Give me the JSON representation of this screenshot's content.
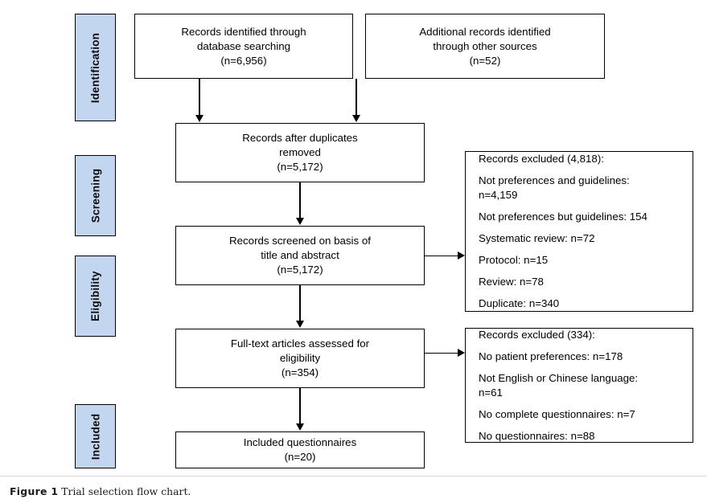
{
  "figure": {
    "caption_label": "Figure 1",
    "caption_text": "Trial selection flow chart."
  },
  "colors": {
    "stage_fill": "#c3d6ef",
    "border": "#000000",
    "box_fill": "#ffffff",
    "text": "#000000"
  },
  "stages": [
    {
      "label": "Identification"
    },
    {
      "label": "Screening"
    },
    {
      "label": "Eligibility"
    },
    {
      "label": "Included"
    }
  ],
  "boxes": {
    "database_searching": {
      "line1": "Records identified through",
      "line2": "database searching",
      "line3": "(n=6,956)"
    },
    "other_sources": {
      "line1": "Additional records identified",
      "line2": "through other sources",
      "line3": "(n=52)"
    },
    "duplicates_removed": {
      "line1": "Records after duplicates",
      "line2": "removed",
      "line3": "(n=5,172)"
    },
    "records_screened": {
      "line1": "Records screened on basis of",
      "line2": "title and abstract",
      "line3": "(n=5,172)"
    },
    "fulltext_assessed": {
      "line1": "Full-text articles assessed for",
      "line2": "eligibility",
      "line3": "(n=354)"
    },
    "included_questionnaires": {
      "line1": "Included questionnaires",
      "line2": "(n=20)"
    },
    "excluded_screening": {
      "line1": "Records excluded (4,818):",
      "line2": "Not preferences and guidelines:\nn=4,159",
      "line3": "Not preferences but guidelines: 154",
      "line4": "Systematic review: n=72",
      "line5": "Protocol: n=15",
      "line6": "Review: n=78",
      "line7": "Duplicate: n=340"
    },
    "excluded_eligibility": {
      "line1": "Records excluded (334):",
      "line2": "No patient preferences: n=178",
      "line3": "Not English or Chinese language:\nn=61",
      "line4": "No complete questionnaires: n=7",
      "line5": "No questionnaires: n=88"
    }
  },
  "chart_data": {
    "type": "diagram",
    "title": "Trial selection flow chart (PRISMA)",
    "nodes": [
      {
        "id": "database_searching",
        "stage": "Identification",
        "label": "Records identified through database searching",
        "n": 6956
      },
      {
        "id": "other_sources",
        "stage": "Identification",
        "label": "Additional records identified through other sources",
        "n": 52
      },
      {
        "id": "duplicates_removed",
        "stage": "Screening",
        "label": "Records after duplicates removed",
        "n": 5172
      },
      {
        "id": "records_screened",
        "stage": "Screening",
        "label": "Records screened on basis of title and abstract",
        "n": 5172
      },
      {
        "id": "excluded_screening",
        "stage": "Screening",
        "label": "Records excluded",
        "n": 4818,
        "reasons": [
          {
            "reason": "Not preferences and guidelines",
            "n": 4159
          },
          {
            "reason": "Not preferences but guidelines",
            "n": 154
          },
          {
            "reason": "Systematic review",
            "n": 72
          },
          {
            "reason": "Protocol",
            "n": 15
          },
          {
            "reason": "Review",
            "n": 78
          },
          {
            "reason": "Duplicate",
            "n": 340
          }
        ]
      },
      {
        "id": "fulltext_assessed",
        "stage": "Eligibility",
        "label": "Full-text articles assessed for eligibility",
        "n": 354
      },
      {
        "id": "excluded_eligibility",
        "stage": "Eligibility",
        "label": "Records excluded",
        "n": 334,
        "reasons": [
          {
            "reason": "No patient preferences",
            "n": 178
          },
          {
            "reason": "Not English or Chinese language",
            "n": 61
          },
          {
            "reason": "No complete questionnaires",
            "n": 7
          },
          {
            "reason": "No questionnaires",
            "n": 88
          }
        ]
      },
      {
        "id": "included_questionnaires",
        "stage": "Included",
        "label": "Included questionnaires",
        "n": 20
      }
    ],
    "edges": [
      {
        "from": "database_searching",
        "to": "duplicates_removed"
      },
      {
        "from": "other_sources",
        "to": "duplicates_removed"
      },
      {
        "from": "duplicates_removed",
        "to": "records_screened"
      },
      {
        "from": "records_screened",
        "to": "excluded_screening"
      },
      {
        "from": "records_screened",
        "to": "fulltext_assessed"
      },
      {
        "from": "fulltext_assessed",
        "to": "excluded_eligibility"
      },
      {
        "from": "fulltext_assessed",
        "to": "included_questionnaires"
      }
    ]
  }
}
